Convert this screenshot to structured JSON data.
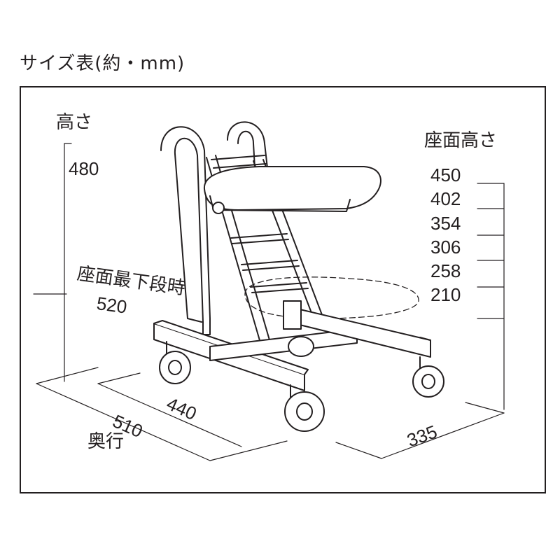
{
  "title": "サイズ表(約・mm)",
  "labels": {
    "height_heading": "高さ",
    "height_value": "480",
    "seat_height_heading": "座面高さ",
    "seat_lowest_heading": "座面最下段時",
    "seat_lowest_value": "520",
    "depth_heading": "奥行",
    "depth_value_outer": "510",
    "depth_value_inner": "440",
    "width_value": "335"
  },
  "seat_heights": [
    "450",
    "402",
    "354",
    "306",
    "258",
    "210"
  ],
  "icons": {
    "illustration": "high-chair-with-casters-line-drawing"
  },
  "colors": {
    "line": "#231f20",
    "background": "#ffffff"
  }
}
